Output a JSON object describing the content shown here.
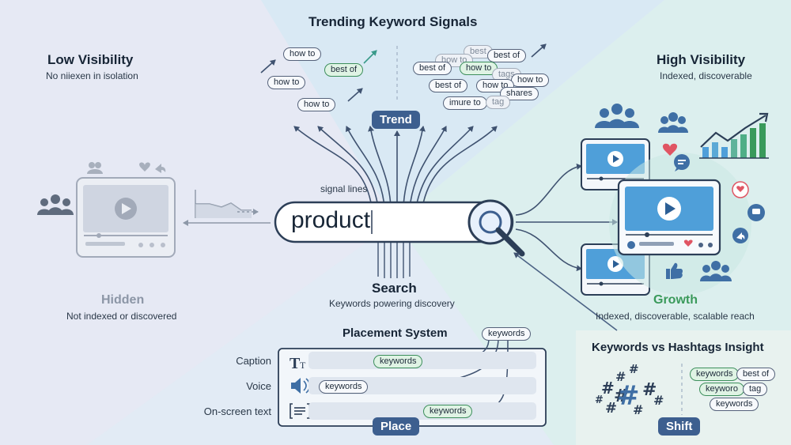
{
  "title": "Trending Keyword Signals",
  "low": {
    "title": "Low Visibility",
    "subtitle": "No niiexen in isolation",
    "state": "Hidden",
    "state_sub": "Not indexed or discovered"
  },
  "high": {
    "title": "High Visibility",
    "subtitle": "Indexed, discoverable",
    "state": "Growth",
    "state_sub": "Indexed, discoverable, scalable reach"
  },
  "trend_badge": "Trend",
  "trend_pills_left": [
    "how to",
    "best of",
    "how to",
    "how to"
  ],
  "trend_pills_right": [
    "best",
    "best of",
    "how to",
    "best of",
    "how to",
    "tags",
    "how to",
    "best of",
    "how to",
    "shares",
    "imure to",
    "tag"
  ],
  "signal_label": "signal lines",
  "search": {
    "query": "product",
    "title": "Search",
    "subtitle": "Keywords powering discovery"
  },
  "placement": {
    "title": "Placement System",
    "top_tag": "keywords",
    "rows": [
      {
        "label": "Caption",
        "tag": "keywords"
      },
      {
        "label": "Voice",
        "tag": "keywords"
      },
      {
        "label": "On-screen text",
        "tag": "keywords"
      }
    ],
    "badge": "Place"
  },
  "insight": {
    "title": "Keywords vs Hashtags Insight",
    "pills": [
      "keywords",
      "best of",
      "keyworo",
      "tag",
      "keywords"
    ],
    "badge": "Shift"
  },
  "colors": {
    "accent": "#3d5f8f",
    "growth": "#3a9a5b",
    "hidden": "#8c96a6",
    "heart": "#e05563"
  }
}
